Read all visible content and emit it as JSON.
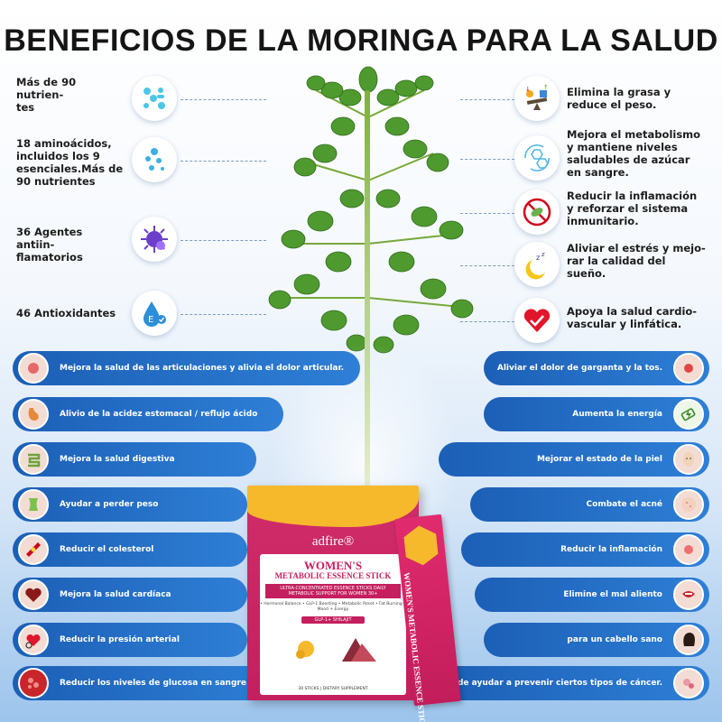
{
  "title": "BENEFICIOS DE LA MORINGA PARA LA SALUD",
  "left_top": [
    {
      "text": "Más de 90 nutrien-\ntes",
      "icon": "nutrients-icon"
    },
    {
      "text": "18 aminoácidos,\nincluidos los 9\nesenciales.Más de\n90 nutrientes",
      "icon": "amino-acids-icon"
    },
    {
      "text": "36 Agentes antiin-\nflamatorios",
      "icon": "anti-inflammatory-icon"
    },
    {
      "text": "46 Antioxidantes",
      "icon": "antioxidant-icon"
    }
  ],
  "right_top": [
    {
      "text": "Elimina la grasa y\nreduce el peso.",
      "icon": "scale-icon"
    },
    {
      "text": "Mejora el metabolismo\ny mantiene niveles\nsaludables de azúcar\nen sangre.",
      "icon": "metabolism-icon"
    },
    {
      "text": "Reducir la inflamación\ny reforzar el sistema\ninmunitario.",
      "icon": "immune-icon"
    },
    {
      "text": "Aliviar el estrés y mejo-\nrar la calidad del\nsueño.",
      "icon": "sleep-icon"
    },
    {
      "text": "Apoya la salud cardio-\nvascular y linfática.",
      "icon": "heart-icon"
    }
  ],
  "left_pills": [
    "Mejora la salud de las articulaciones y alivia el dolor articular.",
    "Alivio de la acidez estomacal / reflujo ácido",
    "Mejora la salud digestiva",
    "Ayudar a perder peso",
    "Reducir el colesterol",
    "Mejora la salud cardíaca",
    "Reducir la presión arterial",
    "Reducir los niveles de glucosa en sangre."
  ],
  "right_pills": [
    "Aliviar el dolor de garganta y la tos.",
    "Aumenta la energía",
    "Mejorar el estado de la piel",
    "Combate el acné",
    "Reducir la inflamación",
    "Elimine el mal aliento",
    "para un cabello sano",
    "Puede ayudar a prevenir ciertos tipos de cáncer."
  ],
  "product": {
    "brand": "adfire®",
    "title": "WOMEN'S",
    "subtitle": "METABOLIC ESSENCE STICK",
    "band": "ULTRA-CONCENTRATED ESSENCE STICKS DAILY METABOLIC SUPPORT FOR WOMEN 30+",
    "features": "• Hormonal Balance • GLP-1 Boosting • Metabolic Reset • Fat Burning • Mood + Energy",
    "glp": "GLP-1+ SHILAJIT",
    "footer": "30 STICKS | DIETARY SUPPLEMENT",
    "stick_label": "WOMEN'S METABOLIC ESSENCE STICK"
  },
  "colors": {
    "pill": "#2470c8",
    "box": "#c41f5e",
    "honey": "#f6b92b",
    "leaf": "#4f9a2f"
  }
}
